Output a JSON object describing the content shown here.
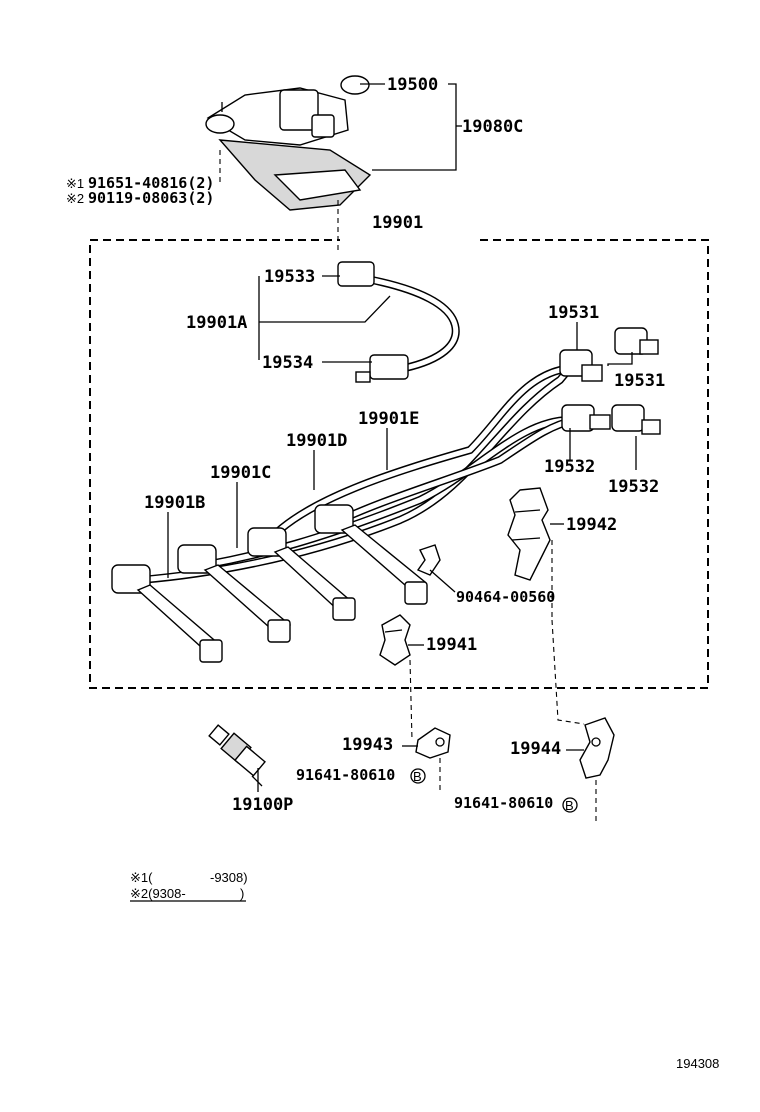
{
  "labels": {
    "coil": "19500",
    "coil_assy": "19080C",
    "note1_part": "91651-40816(2)",
    "note2_part": "90119-08063(2)",
    "note1_mark": "※1",
    "note2_mark": "※2",
    "cord_set": "19901",
    "plug_top": "19533",
    "cord_a": "19901A",
    "plug_bottom": "19534",
    "cap_top_left": "19531",
    "cap_top_right": "19531",
    "cord_e": "19901E",
    "cord_d": "19901D",
    "cord_c": "19901C",
    "cord_b": "19901B",
    "cap_mid_left": "19532",
    "cap_mid_right": "19532",
    "clamp_right": "19942",
    "clip_small": "90464-00560",
    "clamp_left": "19941",
    "bracket_left": "19943",
    "bracket_right": "19944",
    "bolt_left": "91641-80610",
    "bolt_right": "91641-80610",
    "bolt_mark": "B",
    "spark_plug": "19100P"
  },
  "legend": {
    "row1_mark": "※1(",
    "row1_range": "-9308)",
    "row2_mark": "※2(9308-",
    "row2_range": ")"
  },
  "footer": {
    "ref_number": "194308"
  }
}
